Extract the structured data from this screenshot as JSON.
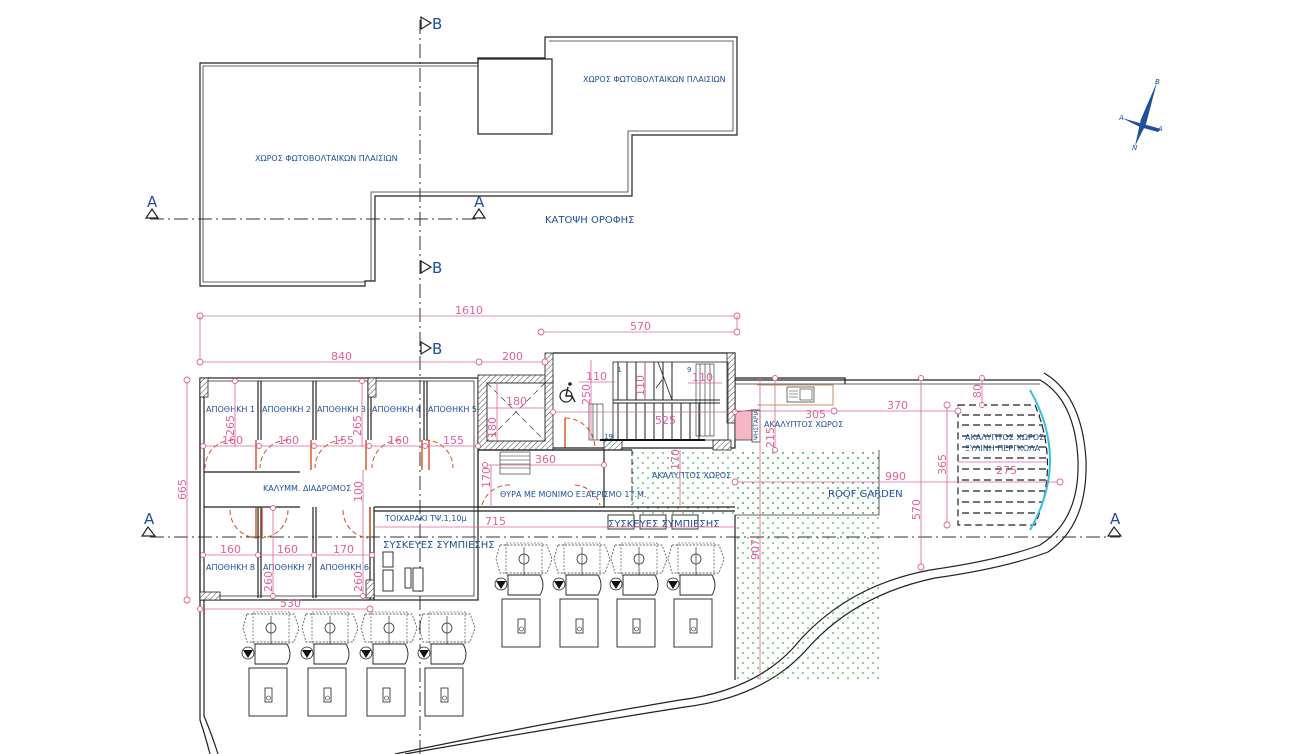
{
  "drawing": {
    "type": "architectural floor plan",
    "roof_plan_title": "ΚΑΤΟΨΗ ΟΡΟΦΗΣ",
    "colors": {
      "walls": "#222222",
      "labels": "#1c4f9c",
      "dimensions": "#e0609a",
      "doors": "#d2501e",
      "garden_dots": "#2fb34a",
      "glass": "#3bbde6"
    }
  },
  "roof_plan": {
    "pv_area_left": "ΧΩΡΟΣ ΦΩΤΟΒΟΛΤΑΙΚΩΝ ΠΛΑΙΣΙΩΝ",
    "pv_area_right": "ΧΩΡΟΣ ΦΩΤΟΒΟΛΤΑΙΚΩΝ ΠΛΑΙΣΙΩΝ"
  },
  "section_markers": {
    "a": "A",
    "b": "B"
  },
  "north_arrow": {
    "labels": [
      "B",
      "A",
      "A",
      "N"
    ]
  },
  "rooms": {
    "storage": [
      "ΑΠΟΘΗΚΗ 1",
      "ΑΠΟΘΗΚΗ 2",
      "ΑΠΟΘΗΚΗ 3",
      "ΑΠΟΘΗΚΗ 4",
      "ΑΠΟΘΗΚΗ 5",
      "ΑΠΟΘΗΚΗ 6",
      "ΑΠΟΘΗΚΗ 7",
      "ΑΠΟΘΗΚΗ 8"
    ],
    "corridor": "ΚΑΛΥΜΜ. ΔΙΑΔΡΟΜΟΣ",
    "door_note": "ΘΥΡΑ ΜΕ ΜΟΝΙΜΟ ΕΞΑΕΡΙΣΜΟ 1Τ.Μ.",
    "parapet": "ΤΟΙΧΑΡΑΚΙ ΤΨ.1,10μ",
    "compressors_1": "ΣΥΣΚΕΥΕΣ ΣΥΜΠΙΕΣΗΣ",
    "compressors_2": "ΣΥΣΚΕΥΕΣ ΣΥΜΠΙΕΣΗΣ",
    "open_space_1": "ΑΚΑΛΥΠΤΟΣ ΧΩΡΟΣ",
    "open_space_2": "ΑΚΑΛΥΠΤΟΣ ΧΩΡΟΣ",
    "pergola_1": "ΑΚΑΛΥΠΤΟΣ ΧΩΡΟΣ",
    "pergola_2": "ΞΥΛΙΝΗ ΠΕΡΓΚΟΛΑ",
    "roof_garden": "ROOF GARDEN",
    "grill": "ΨΗΣΤΑΡΙΑ",
    "stair_first": "1",
    "stair_mid": "9",
    "stair_last": "19"
  },
  "dimensions": {
    "overall": "1610",
    "top_right": "570",
    "storage_block": "840",
    "lift_block": "200",
    "height_left": "665",
    "room_depth_top_1": "265",
    "room_depth_top_2": "265",
    "widths_top": [
      "160",
      "160",
      "155",
      "160",
      "155"
    ],
    "widths_bottom": [
      "160",
      "160",
      "170"
    ],
    "room_depth_bottom_1": "260",
    "room_depth_bottom_2": "260",
    "bottom_block": "530",
    "corridor_depth": "100",
    "lift_w": "180",
    "lift_h": "180",
    "stair_landing_1": "110",
    "stair_landing_2": "110",
    "stair_landing_3": "110",
    "stair_run": "525",
    "stair_depth": "250",
    "hall_w": "360",
    "hall_h": "170",
    "parapet_len": "715",
    "garden_h": "170",
    "garden_v": "907",
    "kitchen_w": "305",
    "kitchen_h": "215",
    "pergola_off": "370",
    "pergola_top": "80",
    "pergola_h": "365",
    "pergola_w": "275",
    "terrace_w": "990",
    "terrace_h": "570"
  }
}
